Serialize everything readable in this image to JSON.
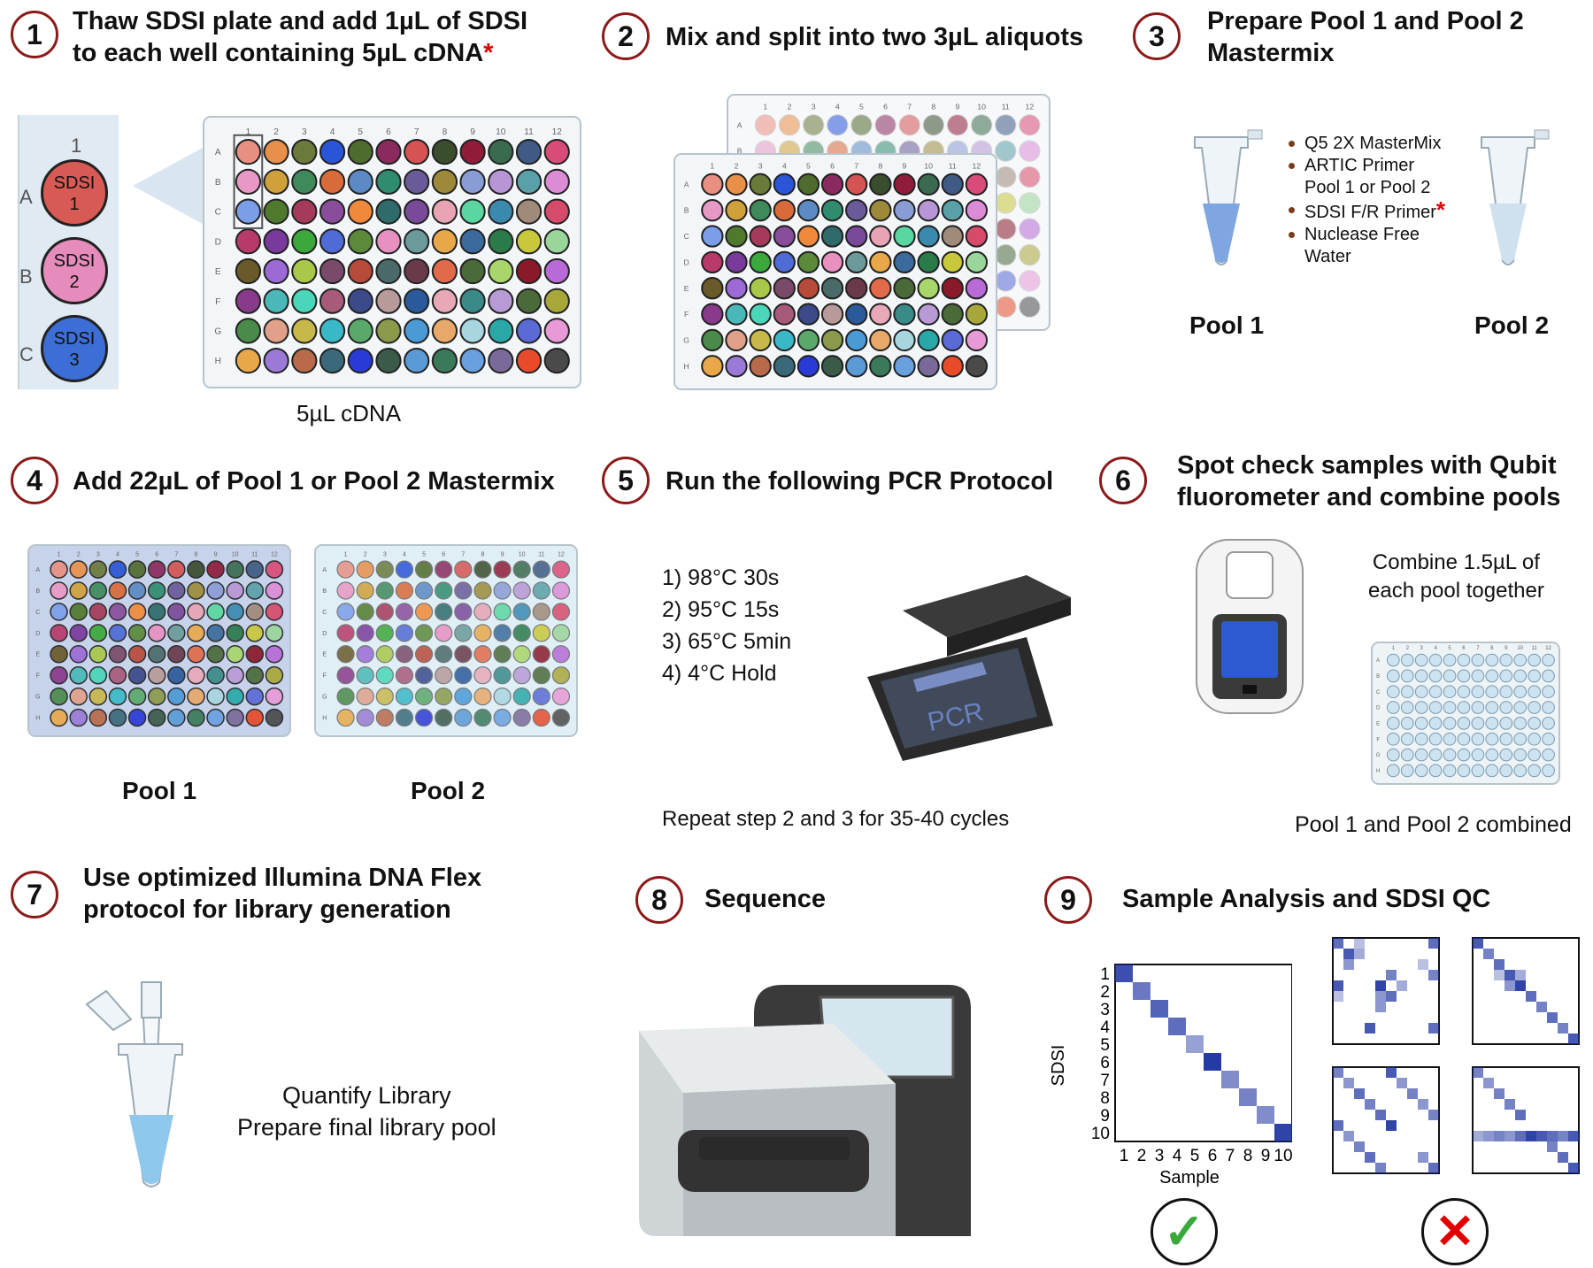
{
  "step1": {
    "number": "1",
    "title_line1": "Thaw SDSI plate and add 1µL of SDSI",
    "title_line2": "to each well containing 5µL cDNA",
    "star": "*",
    "zoom": {
      "column": "1",
      "rows": [
        "A",
        "B",
        "C"
      ],
      "wells": [
        {
          "label_line1": "SDSI",
          "label_line2": "1"
        },
        {
          "label_line1": "SDSI",
          "label_line2": "2"
        },
        {
          "label_line1": "SDSI",
          "label_line2": "3"
        }
      ]
    },
    "plate_caption": "5µL  cDNA"
  },
  "step2": {
    "number": "2",
    "title": "Mix and split into two 3µL aliquots"
  },
  "step3": {
    "number": "3",
    "title_line1": "Prepare Pool 1 and Pool 2",
    "title_line2": "Mastermix",
    "bullets": [
      "Q5 2X MasterMix",
      "ARTIC Primer Pool 1 or Pool 2",
      "SDSI F/R Primer",
      "Nuclease Free Water"
    ],
    "bullet_lines": [
      "Q5 2X MasterMix",
      "ARTIC Primer",
      "Pool 1 or Pool 2",
      "SDSI F/R Primer",
      "Nuclease Free",
      "Water"
    ],
    "star": "*",
    "pool1": "Pool 1",
    "pool2": "Pool 2"
  },
  "step4": {
    "number": "4",
    "title": "Add 22µL of Pool 1 or Pool 2 Mastermix",
    "pool1": "Pool 1",
    "pool2": "Pool 2"
  },
  "step5": {
    "number": "5",
    "title": "Run the following PCR Protocol",
    "protocol": [
      "1) 98°C 30s",
      "2) 95°C 15s",
      "3) 65°C 5min",
      "4) 4°C Hold"
    ],
    "device_label": "PCR",
    "repeat": "Repeat step 2 and 3 for 35-40 cycles"
  },
  "step6": {
    "number": "6",
    "title_line1": "Spot check samples with Qubit",
    "title_line2": "fluorometer and combine pools",
    "combine_line1": "Combine 1.5µL of",
    "combine_line2": "each pool together",
    "caption": "Pool 1 and Pool 2 combined"
  },
  "step7": {
    "number": "7",
    "title_line1": "Use optimized Illumina DNA Flex",
    "title_line2": "protocol for library generation",
    "text_line1": "Quantify Library",
    "text_line2": "Prepare final library pool"
  },
  "step8": {
    "number": "8",
    "title": "Sequence"
  },
  "step9": {
    "number": "9",
    "title": "Sample Analysis and SDSI QC",
    "good_symbol": "✓",
    "bad_symbol": "✕"
  },
  "plate_labels": {
    "columns": [
      "1",
      "2",
      "3",
      "4",
      "5",
      "6",
      "7",
      "8",
      "9",
      "10",
      "11",
      "12"
    ],
    "rows": [
      "A",
      "B",
      "C",
      "D",
      "E",
      "F",
      "G",
      "H"
    ]
  },
  "well_colors": [
    [
      "#e88f82",
      "#e8904a",
      "#6a7a3b",
      "#2a55d8",
      "#4f6b2d",
      "#8a2a5e",
      "#d65353",
      "#3a4d2c",
      "#901c3a",
      "#3a6b4f",
      "#3f5b85",
      "#d94c78"
    ],
    [
      "#e898c4",
      "#cfa13a",
      "#3f8a5a",
      "#d96a3a",
      "#5b8ac4",
      "#2f8c6e",
      "#6a5a9a",
      "#9c8a3a",
      "#8a9cd6",
      "#b896d6",
      "#5aa0a8",
      "#dc8cd6"
    ],
    [
      "#7b9ee8",
      "#4f7a2d",
      "#a63a5a",
      "#8a4d9c",
      "#f08a3a",
      "#2f6b6b",
      "#7a4a9a",
      "#e8a4b4",
      "#5ad6a0",
      "#3a8ab0",
      "#a08a7a",
      "#d84a6a"
    ],
    [
      "#b83a6a",
      "#7a3a9c",
      "#3aa83a",
      "#4f6bd6",
      "#5a8a3a",
      "#e890c0",
      "#6a9a9a",
      "#e8a84a",
      "#3a6b9c",
      "#2a7a4a",
      "#c8c83a",
      "#9ad69a"
    ],
    [
      "#6a5a2a",
      "#9c6ad6",
      "#a8c84a",
      "#7a4a6a",
      "#b84a3a",
      "#4a6a6a",
      "#6a3a4a",
      "#e06a4a",
      "#4a6a3a",
      "#a8d66a",
      "#8a1a2a",
      "#b86ad6"
    ],
    [
      "#8a3a8a",
      "#4ab8b8",
      "#4ad6b8",
      "#a85a7a",
      "#3a4a8a",
      "#b89a9a",
      "#2a5a9c",
      "#e8a8b8",
      "#3a8a8a",
      "#b89ad6",
      "#4a6a3a",
      "#a8a83a"
    ],
    [
      "#4a8a4a",
      "#e0a08a",
      "#c8b84a",
      "#3ab8c8",
      "#5aa86a",
      "#8a9a4a",
      "#4a9ad6",
      "#e8a86a",
      "#a8d6e0",
      "#2aa8a8",
      "#5a6ad6",
      "#e89ad6"
    ],
    [
      "#e8a84a",
      "#9a7ad6",
      "#b86a4a",
      "#3a6a7a",
      "#2a3ad6",
      "#3a5a4a",
      "#5a9ad6",
      "#3a7a5a",
      "#6aa0e0",
      "#7a6a9a",
      "#e84a2a",
      "#4a4a4a"
    ]
  ],
  "qc_good": {
    "ylabel": "SDSI",
    "xlabel": "Sample",
    "ticks": [
      "1",
      "2",
      "3",
      "4",
      "5",
      "6",
      "7",
      "8",
      "9",
      "10"
    ],
    "diagonal_intensity": [
      0.85,
      0.65,
      0.75,
      0.7,
      0.45,
      0.95,
      0.55,
      0.6,
      0.55,
      0.9
    ]
  },
  "colors": {
    "accent": "#8b1a1a",
    "star": "#e00000",
    "check": "#3aa83a",
    "cross": "#e00000",
    "heat": "#1a2fa0"
  }
}
